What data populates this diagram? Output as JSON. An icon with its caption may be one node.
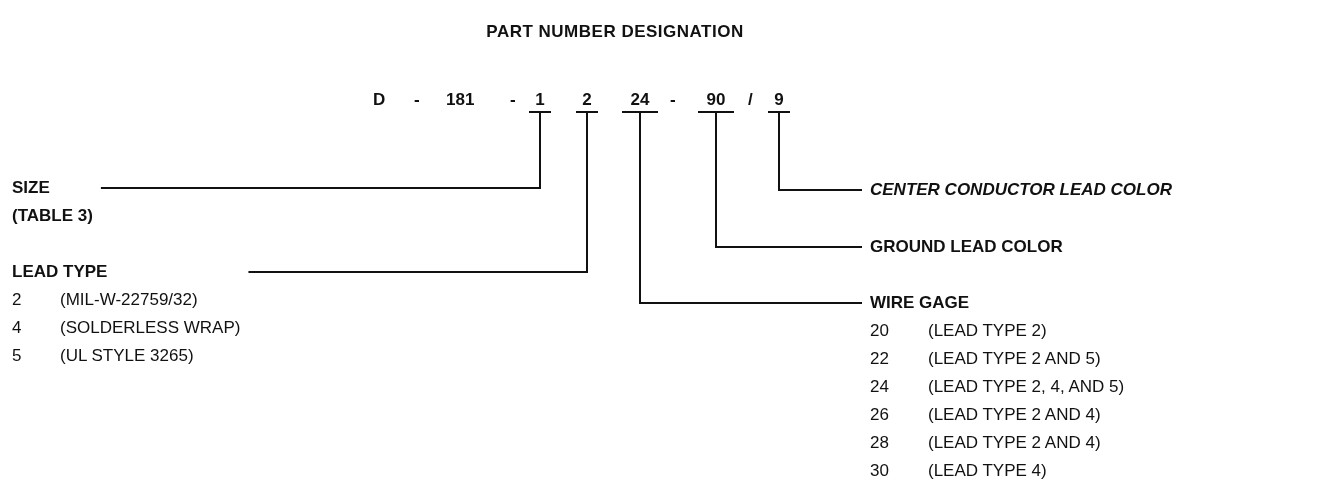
{
  "diagram": {
    "title": "PART NUMBER DESIGNATION",
    "nodes": [
      {
        "text": [
          "1"
        ]
      },
      {
        "text": [
          "2"
        ]
      },
      {
        "text": [
          "24"
        ]
      },
      {
        "text": [
          "90"
        ]
      },
      {
        "text": [
          "9"
        ]
      },
      {
        "text": [
          "SIZE",
          "(TABLE 3)"
        ]
      },
      {
        "text": [
          "LEAD TYPE",
          "2",
          "(MIL-W-22759/32)",
          "4",
          "(SOLDERLESS WRAP)",
          "5",
          "(UL STYLE 3265)"
        ]
      },
      {
        "text": [
          "CENTER CONDUCTOR LEAD COLOR"
        ]
      },
      {
        "text": [
          "GROUND LEAD COLOR"
        ]
      },
      {
        "text": [
          "WIRE GAGE",
          "20",
          "(LEAD TYPE 2)",
          "22",
          "(LEAD TYPE 2 AND 5)",
          "24",
          "(LEAD TYPE 2, 4, AND 5)",
          "26",
          "(LEAD TYPE 2 AND 4)",
          "28",
          "(LEAD TYPE 2 AND 4)",
          "30",
          "(LEAD TYPE 4)"
        ]
      }
    ],
    "edges": [
      {
        "from": 5,
        "to": 0,
        "arrow": "none"
      },
      {
        "from": 6,
        "to": 1,
        "arrow": "none"
      },
      {
        "from": 7,
        "to": 4,
        "arrow": "none"
      },
      {
        "from": 8,
        "to": 3,
        "arrow": "none"
      },
      {
        "from": 9,
        "to": 2,
        "arrow": "none"
      }
    ],
    "labels": [
      "D",
      "-",
      "181",
      "-",
      "-",
      "/"
    ]
  }
}
